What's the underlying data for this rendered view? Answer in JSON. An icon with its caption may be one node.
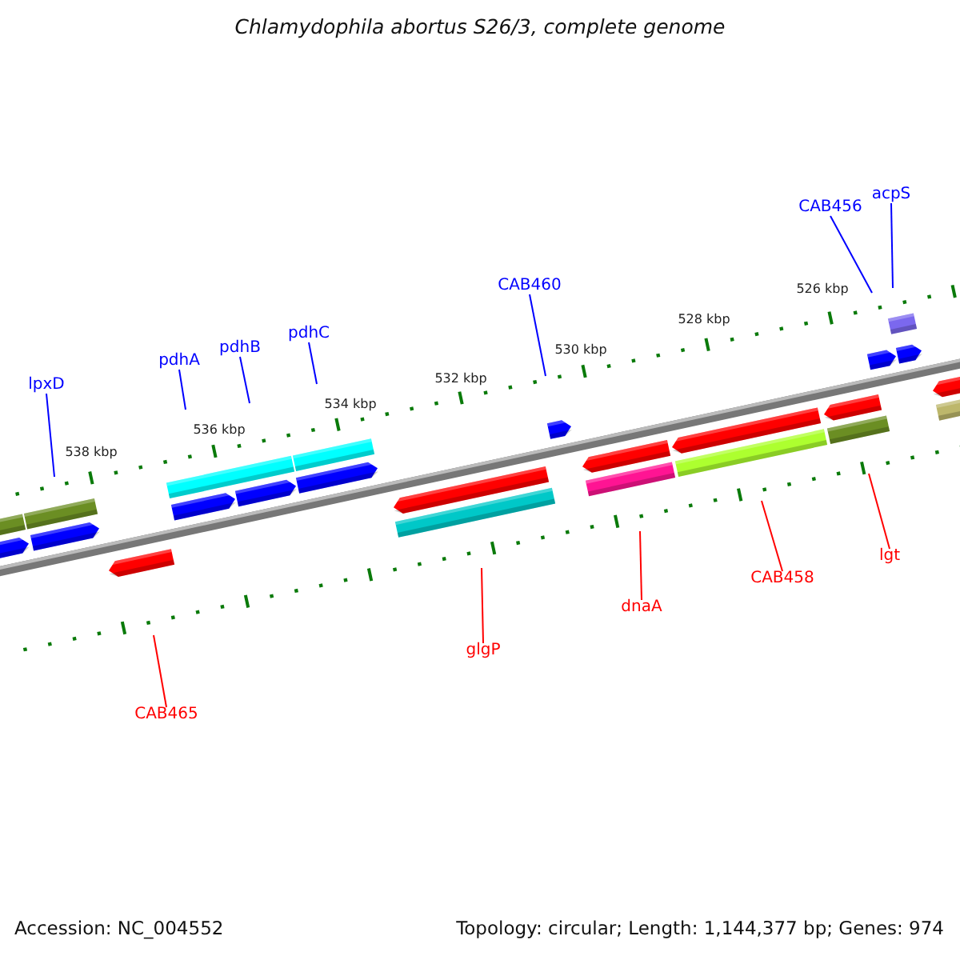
{
  "diagram": {
    "title": "Chlamydophila abortus S26/3, complete genome",
    "nodes": [
      {
        "text": [
          "lpxD"
        ]
      },
      {
        "text": [
          "pdhA"
        ]
      },
      {
        "text": [
          "pdhB"
        ]
      },
      {
        "text": [
          "pdhC"
        ]
      },
      {
        "text": [
          "CAB460"
        ]
      },
      {
        "text": [
          "CAB456"
        ]
      },
      {
        "text": [
          "acpS"
        ]
      },
      {
        "text": [
          "CAB465"
        ]
      },
      {
        "text": [
          "glgP"
        ]
      },
      {
        "text": [
          "dnaA"
        ]
      },
      {
        "text": [
          "CAB458"
        ]
      },
      {
        "text": [
          "lgt"
        ]
      }
    ],
    "edges": [
      {
        "from": 0,
        "to": null,
        "arrow": "none"
      },
      {
        "from": 1,
        "to": null,
        "arrow": "none"
      },
      {
        "from": 2,
        "to": null,
        "arrow": "none"
      },
      {
        "from": 3,
        "to": null,
        "arrow": "none"
      },
      {
        "from": 4,
        "to": null,
        "arrow": "none"
      },
      {
        "from": 5,
        "to": null,
        "arrow": "none"
      },
      {
        "from": 6,
        "to": null,
        "arrow": "none"
      },
      {
        "from": 7,
        "to": null,
        "arrow": "none",
        "color": "#ff0000"
      },
      {
        "from": 8,
        "to": null,
        "arrow": "none",
        "color": "#ff0000"
      },
      {
        "from": 9,
        "to": null,
        "arrow": "none",
        "color": "#ff0000"
      },
      {
        "from": 10,
        "to": null,
        "arrow": "none",
        "color": "#ff0000"
      },
      {
        "from": 11,
        "to": null,
        "arrow": "none",
        "color": "#ff0000"
      }
    ],
    "labels": [
      "538 kbp",
      "536 kbp",
      "534 kbp",
      "532 kbp",
      "530 kbp",
      "528 kbp",
      "526 kbp",
      "Accession: NC_004552",
      "Topology: circular; Length: 1,144,377 bp; Genes: 974"
    ]
  }
}
